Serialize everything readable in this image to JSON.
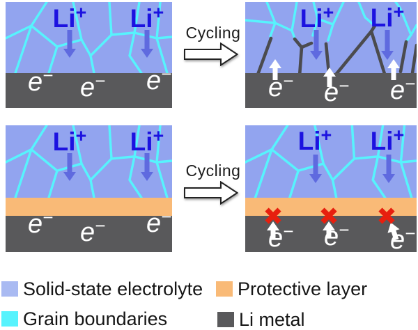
{
  "colors": {
    "background": "#ffffff",
    "electrolyte": "#92A4EF",
    "electrolyte_swatch": "#A9BAF2",
    "grain_boundary": "#57F3FD",
    "protective_layer": "#F9BA77",
    "li_metal": "#59595B",
    "dark_grain_boundary": "#4B4B4E",
    "li_ion_text": "#1C12E0",
    "li_ion_arrow": "#5F6ADF",
    "electron": "#FFFFFF",
    "blocked_cross": "#E71F0E",
    "cycling_text": "#1C1C1C",
    "legend_text": "#161616"
  },
  "labels": {
    "li_ion_base": "Li",
    "li_ion_sup": "+",
    "electron_base": "e",
    "electron_sup": "−",
    "cycling": "Cycling"
  },
  "legend": {
    "items": [
      {
        "label": "Solid-state electrolyte"
      },
      {
        "label": "Grain boundaries"
      },
      {
        "label": "Protective layer"
      },
      {
        "label": "Li metal"
      }
    ]
  }
}
